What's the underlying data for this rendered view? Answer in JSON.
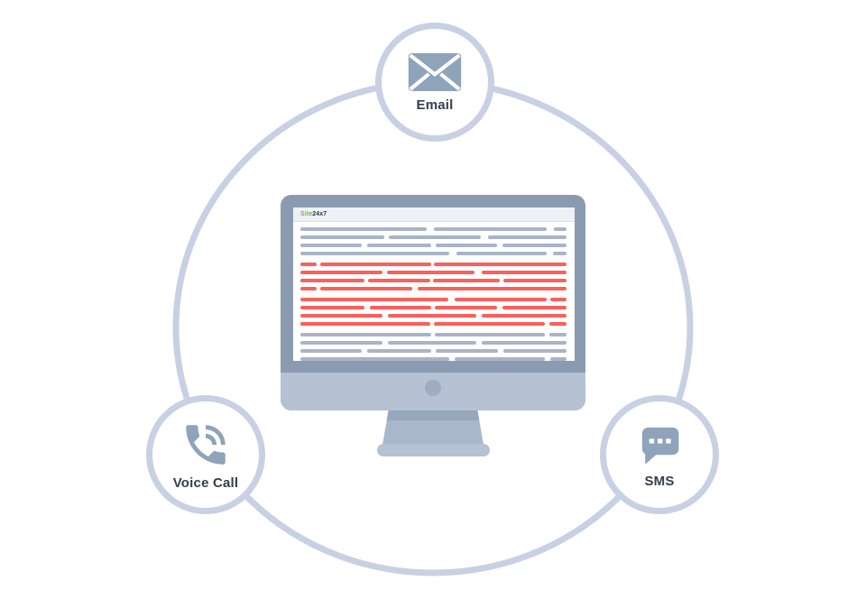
{
  "channels": {
    "email": {
      "label": "Email"
    },
    "voice": {
      "label": "Voice Call"
    },
    "sms": {
      "label": "SMS"
    }
  },
  "monitor": {
    "logo": {
      "prefix": "Site",
      "suffix": "24x7"
    },
    "screen": {
      "row_groups": [
        {
          "color": "gray_line",
          "rows": [
            [
              [
                0,
                47.5
              ],
              [
                50.3,
                92.7
              ],
              [
                95.3,
                100
              ]
            ],
            [
              [
                0,
                31.6
              ],
              [
                33.1,
                67.8
              ],
              [
                70.4,
                100
              ]
            ],
            [
              [
                0,
                23
              ],
              [
                25,
                49
              ],
              [
                51,
                74
              ],
              [
                76,
                100
              ]
            ],
            [
              [
                0,
                56
              ],
              [
                58.7,
                92.7
              ],
              [
                95,
                100
              ]
            ]
          ]
        },
        {
          "color": "red_line",
          "rows": [
            [
              [
                0,
                6
              ],
              [
                7.3,
                49
              ],
              [
                50.3,
                100
              ]
            ],
            [
              [
                0,
                31
              ],
              [
                32.4,
                65.3
              ],
              [
                68,
                100
              ]
            ],
            [
              [
                0,
                24
              ],
              [
                25.5,
                48.7
              ],
              [
                49.8,
                74.9
              ],
              [
                76.2,
                100
              ]
            ],
            [
              [
                0,
                6
              ],
              [
                7.6,
                41.9
              ],
              [
                44,
                100
              ]
            ]
          ]
        },
        {
          "color": "red_line",
          "rows": [
            [
              [
                0,
                55.7
              ],
              [
                58,
                92.5
              ],
              [
                94,
                100
              ]
            ],
            [
              [
                0,
                24
              ],
              [
                26,
                49
              ],
              [
                50.5,
                74
              ],
              [
                76,
                100
              ]
            ],
            [
              [
                0,
                30.8
              ],
              [
                33,
                66
              ],
              [
                68,
                100
              ]
            ],
            [
              [
                0,
                48.9
              ],
              [
                50.3,
                91.9
              ],
              [
                93.5,
                100
              ]
            ]
          ]
        },
        {
          "color": "gray_line",
          "rows": [
            [
              [
                0,
                49
              ],
              [
                50.5,
                92
              ],
              [
                93.5,
                100
              ]
            ],
            [
              [
                0,
                31
              ],
              [
                33,
                66
              ],
              [
                68,
                100
              ]
            ],
            [
              [
                0,
                23.2
              ],
              [
                25.2,
                49.2
              ],
              [
                50.8,
                74.3
              ],
              [
                76.3,
                100
              ]
            ],
            [
              [
                0,
                56
              ],
              [
                58,
                92
              ],
              [
                94,
                100
              ]
            ]
          ]
        }
      ]
    }
  },
  "colors": {
    "ring": "#c7d1e3",
    "node_border": "#c7d1e3",
    "icon": "#8fa3bb",
    "label": "#343e4d",
    "bezel": "#8a9bb1",
    "chin": "#b6c1d3",
    "neck": "#a9b7ca",
    "neck_shadow": "#97a7bc",
    "gray_line": "#a9b4c8",
    "red_line": "#fa605c",
    "logo_green": "#76b83e",
    "logo_dark": "#2b3750"
  }
}
